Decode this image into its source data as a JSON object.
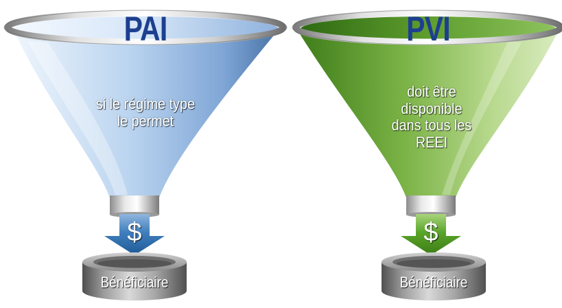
{
  "colors": {
    "title": "#1d3f8f",
    "left_funnel": "#9cc0e6",
    "right_funnel": "#5f9d2e",
    "left_arrow": "#2e6fae",
    "right_arrow": "#4f9a1f",
    "drum": "#8a8a8a"
  },
  "funnels": [
    {
      "title": "PAI",
      "lines": [
        "si le régime type",
        "le permet"
      ],
      "arrow_symbol": "$",
      "target": "Bénéficiaire"
    },
    {
      "title": "PVI",
      "lines": [
        "doit être",
        "disponible",
        "dans tous les",
        "REEI"
      ],
      "arrow_symbol": "$",
      "target": "Bénéficiaire"
    }
  ]
}
